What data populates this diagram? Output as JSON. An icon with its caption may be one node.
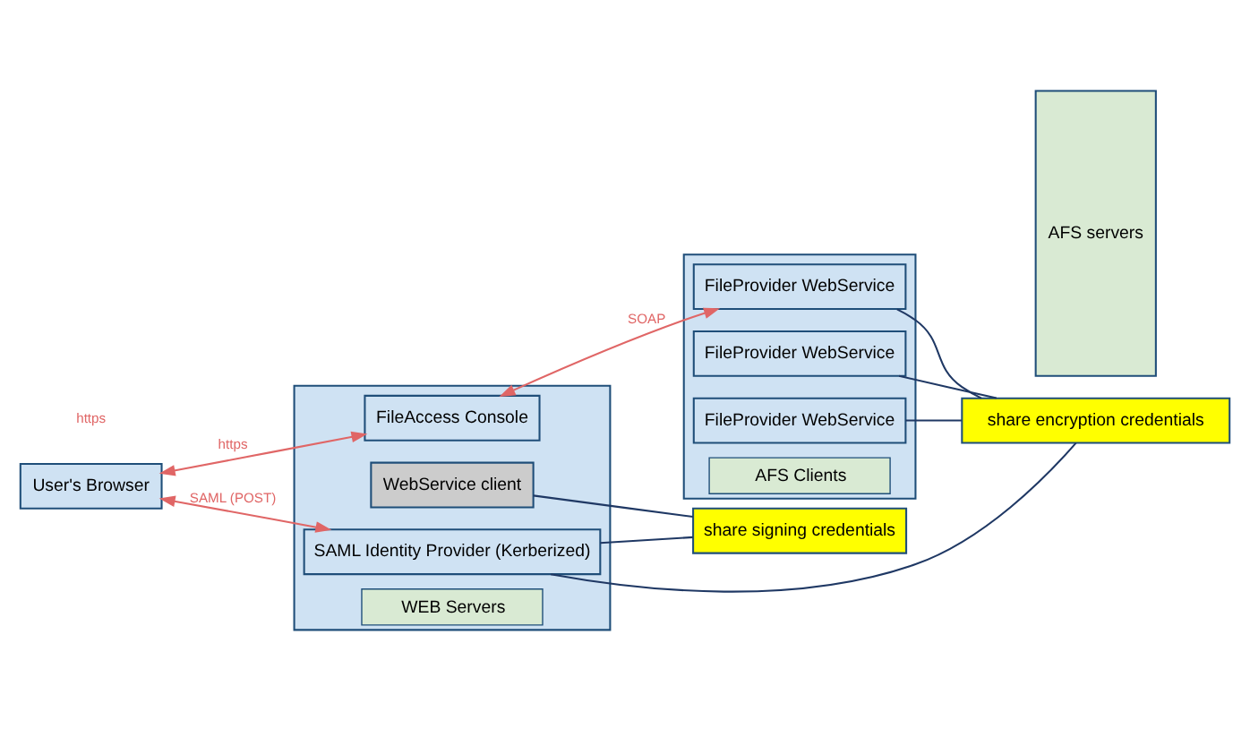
{
  "diagram": {
    "nodes": [
      {
        "text": [
          "User's Browser"
        ]
      },
      {
        "text": [
          "WEB Servers"
        ]
      },
      {
        "text": [
          "FileAccess Console"
        ],
        "in": 1
      },
      {
        "text": [
          "WebService client"
        ],
        "in": 1
      },
      {
        "text": [
          "SAML Identity Provider (Kerberized)"
        ],
        "in": 1
      },
      {
        "text": [
          "AFS Clients"
        ]
      },
      {
        "text": [
          "FileProvider WebService"
        ],
        "in": 5
      },
      {
        "text": [
          "FileProvider WebService"
        ],
        "in": 5
      },
      {
        "text": [
          "FileProvider WebService"
        ],
        "in": 5
      },
      {
        "text": [
          "AFS servers"
        ]
      },
      {
        "text": [
          "share signing credentials"
        ]
      },
      {
        "text": [
          "share encryption credentials"
        ]
      }
    ],
    "edges": [
      {
        "from": 0,
        "to": 2,
        "arrow": "both",
        "label": "https",
        "color": "#e06666"
      },
      {
        "from": 0,
        "to": 4,
        "arrow": "both",
        "label": "SAML (POST)",
        "color": "#e06666"
      },
      {
        "from": 2,
        "to": 6,
        "arrow": "both",
        "label": "SOAP",
        "color": "#e06666"
      },
      {
        "from": 3,
        "to": 10,
        "arrow": "none"
      },
      {
        "from": 4,
        "to": 10,
        "arrow": "none"
      },
      {
        "from": 4,
        "to": 11,
        "arrow": "none"
      },
      {
        "from": 6,
        "to": 11,
        "arrow": "none"
      },
      {
        "from": 7,
        "to": 11,
        "arrow": "none"
      },
      {
        "from": 8,
        "to": 11,
        "arrow": "none"
      }
    ],
    "labels": [
      "https"
    ]
  }
}
